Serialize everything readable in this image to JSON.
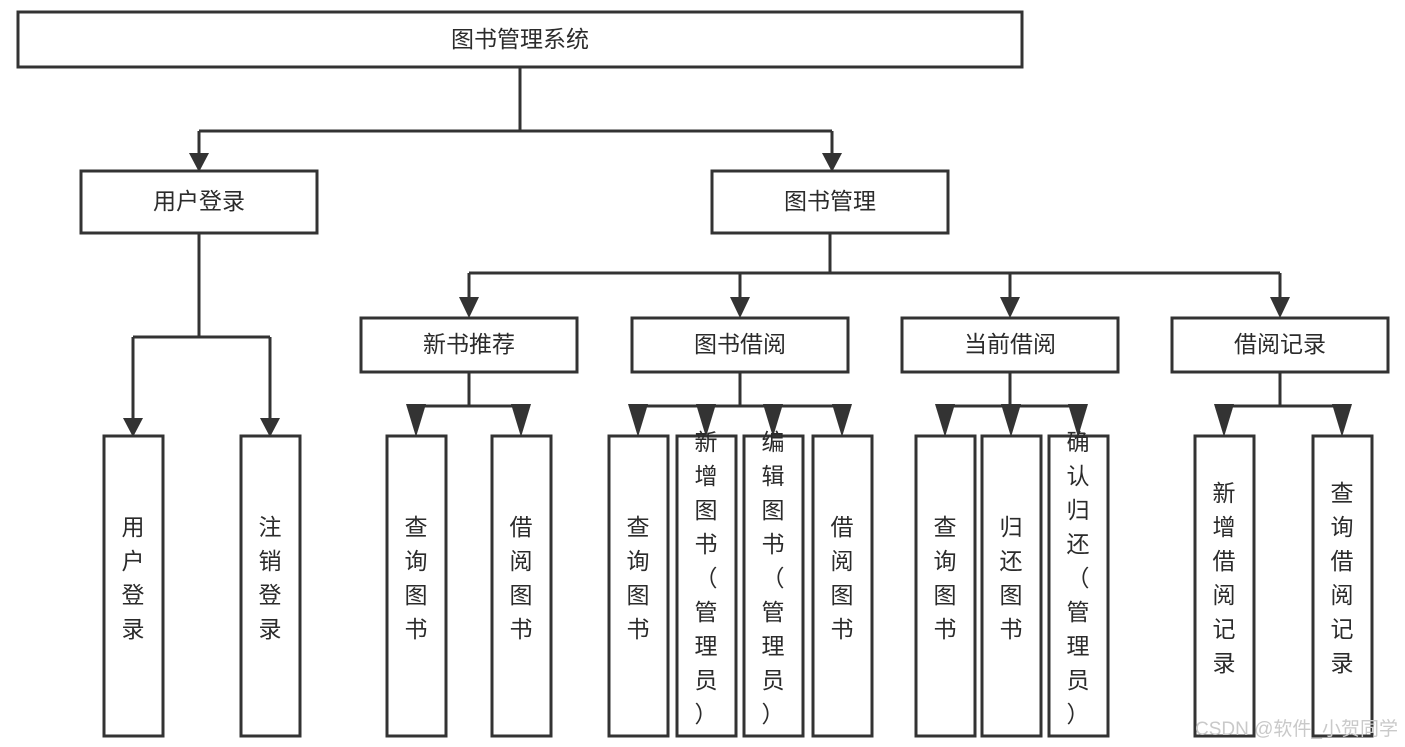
{
  "diagram": {
    "title": "图书管理系统",
    "type": "tree-hierarchy",
    "orientation": "top-down",
    "colors": {
      "box_stroke": "#333333",
      "box_fill": "#ffffff",
      "text": "#2b2b2b",
      "connector": "#333333",
      "watermark": "#c9c9c9",
      "background": "#ffffff"
    },
    "root": {
      "id": "root",
      "label": "图书管理系统"
    },
    "level2": [
      {
        "id": "user-login",
        "label": "用户登录"
      },
      {
        "id": "book-manage",
        "label": "图书管理"
      }
    ],
    "level3": [
      {
        "id": "new-book-recommend",
        "label": "新书推荐",
        "parent": "book-manage"
      },
      {
        "id": "book-borrow",
        "label": "图书借阅",
        "parent": "book-manage"
      },
      {
        "id": "current-borrow",
        "label": "当前借阅",
        "parent": "book-manage"
      },
      {
        "id": "borrow-record",
        "label": "借阅记录",
        "parent": "book-manage"
      }
    ],
    "leaves": {
      "user-login": [
        {
          "id": "leaf-user-login",
          "label": "用户登录"
        },
        {
          "id": "leaf-logout-login",
          "label": "注销登录"
        }
      ],
      "new-book-recommend": [
        {
          "id": "leaf-query-book-1",
          "label": "查询图书"
        },
        {
          "id": "leaf-borrow-book-1",
          "label": "借阅图书"
        }
      ],
      "book-borrow": [
        {
          "id": "leaf-query-book-2",
          "label": "查询图书"
        },
        {
          "id": "leaf-add-book",
          "label": "新增图书（管理员）"
        },
        {
          "id": "leaf-edit-book",
          "label": "编辑图书（管理员）"
        },
        {
          "id": "leaf-borrow-book-2",
          "label": "借阅图书"
        }
      ],
      "current-borrow": [
        {
          "id": "leaf-query-book-3",
          "label": "查询图书"
        },
        {
          "id": "leaf-return-book",
          "label": "归还图书"
        },
        {
          "id": "leaf-confirm-return",
          "label": "确认归还（管理员）"
        }
      ],
      "borrow-record": [
        {
          "id": "leaf-add-record",
          "label": "新增借阅记录"
        },
        {
          "id": "leaf-query-record",
          "label": "查询借阅记录"
        }
      ]
    }
  },
  "watermark": {
    "text": "CSDN @软件_小贺同学"
  }
}
